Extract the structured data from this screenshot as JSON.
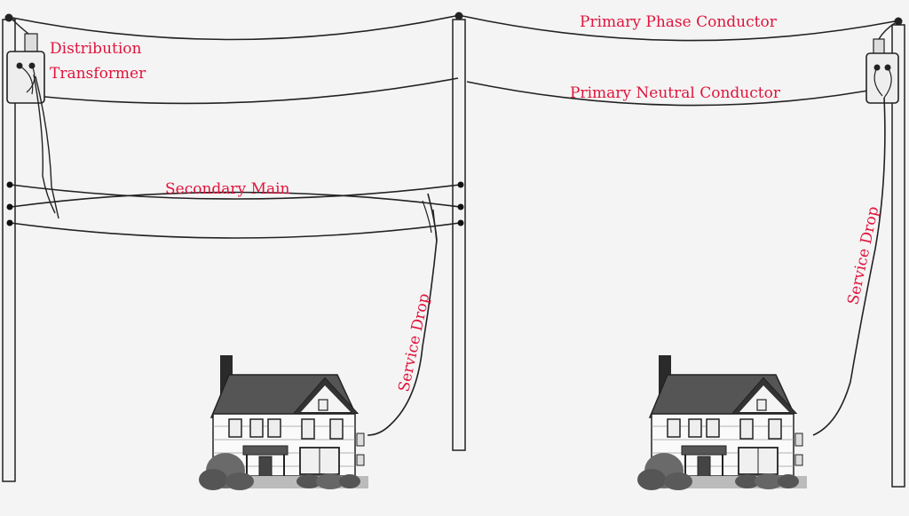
{
  "labels": {
    "distribution_transformer_line1": "Distribution",
    "distribution_transformer_line2": "Transformer",
    "primary_phase_conductor": "Primary Phase Conductor",
    "primary_neutral_conductor": "Primary Neutral Conductor",
    "secondary_main": "Secondary Main",
    "service_drop_left": "Service Drop",
    "service_drop_right": "Service Drop"
  },
  "colors": {
    "label": "#e0143c",
    "line": "#222222",
    "pole_fill": "#f2f2f2",
    "background": "#f4f4f4"
  }
}
